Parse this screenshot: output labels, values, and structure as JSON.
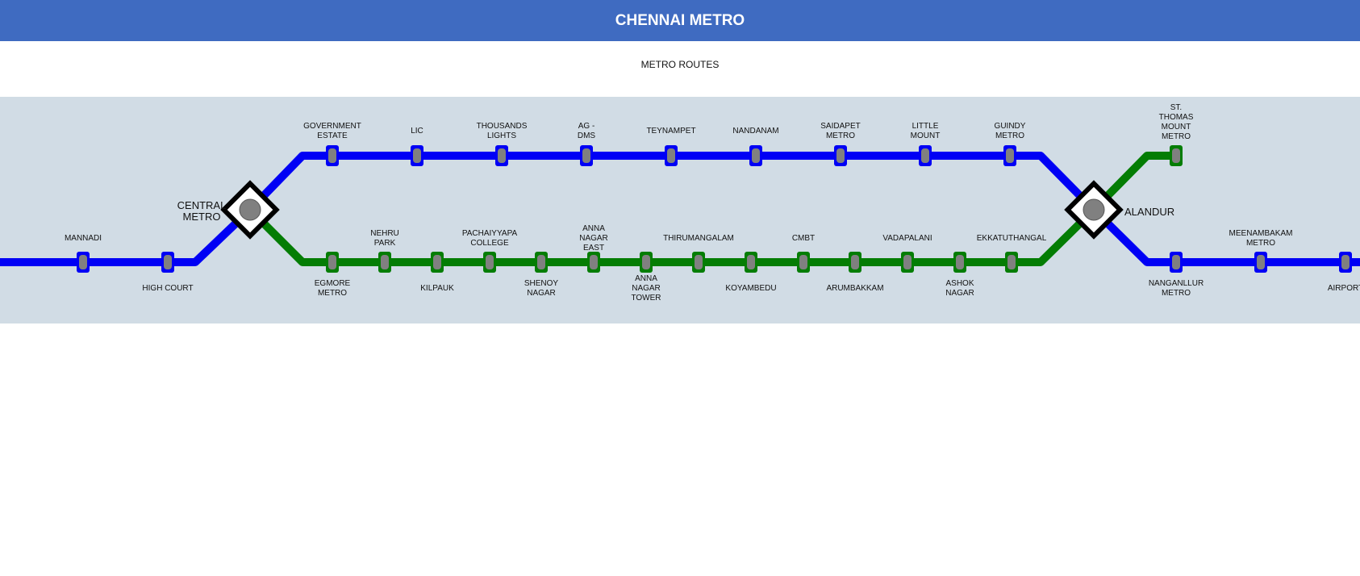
{
  "header": {
    "title": "CHENNAI METRO",
    "bg_color": "#3f6bc1"
  },
  "subtitle": "METRO ROUTES",
  "colors": {
    "blue_line": "#0000f5",
    "green_line": "#047d04",
    "map_bg": "#d1dce5",
    "station_fill": "#808080"
  },
  "interchanges": [
    {
      "id": "central",
      "lines": [
        "CENTRAL",
        "METRO"
      ]
    },
    {
      "id": "alandur",
      "lines": [
        "ALANDUR"
      ]
    }
  ],
  "stations": {
    "mannadi": {
      "lines": [
        "MANNADI"
      ],
      "route": "blue"
    },
    "high_court": {
      "lines": [
        "HIGH COURT"
      ],
      "route": "blue"
    },
    "government_estate": {
      "lines": [
        "GOVERNMENT",
        "ESTATE"
      ],
      "route": "blue"
    },
    "lic": {
      "lines": [
        "LIC"
      ],
      "route": "blue"
    },
    "thousands_lights": {
      "lines": [
        "THOUSANDS",
        "LIGHTS"
      ],
      "route": "blue"
    },
    "ag_dms": {
      "lines": [
        "AG -",
        "DMS"
      ],
      "route": "blue"
    },
    "teynampet": {
      "lines": [
        "TEYNAMPET"
      ],
      "route": "blue"
    },
    "nandanam": {
      "lines": [
        "NANDANAM"
      ],
      "route": "blue"
    },
    "saidapet_metro": {
      "lines": [
        "SAIDAPET",
        "METRO"
      ],
      "route": "blue"
    },
    "little_mount": {
      "lines": [
        "LITTLE",
        "MOUNT"
      ],
      "route": "blue"
    },
    "guindy_metro": {
      "lines": [
        "GUINDY",
        "METRO"
      ],
      "route": "blue"
    },
    "nanganllur_metro": {
      "lines": [
        "NANGANLLUR",
        "METRO"
      ],
      "route": "blue"
    },
    "meenambakam_metro": {
      "lines": [
        "MEENAMBAKAM",
        "METRO"
      ],
      "route": "blue"
    },
    "airport": {
      "lines": [
        "AIRPORT"
      ],
      "route": "blue"
    },
    "egmore_metro": {
      "lines": [
        "EGMORE",
        "METRO"
      ],
      "route": "green"
    },
    "nehru_park": {
      "lines": [
        "NEHRU",
        "PARK"
      ],
      "route": "green"
    },
    "kilpauk": {
      "lines": [
        "KILPAUK"
      ],
      "route": "green"
    },
    "pachaiyyapa_college": {
      "lines": [
        "PACHAIYYAPA",
        "COLLEGE"
      ],
      "route": "green"
    },
    "shenoy_nagar": {
      "lines": [
        "SHENOY",
        "NAGAR"
      ],
      "route": "green"
    },
    "anna_nagar_east": {
      "lines": [
        "ANNA",
        "NAGAR",
        "EAST"
      ],
      "route": "green"
    },
    "anna_nagar_tower": {
      "lines": [
        "ANNA",
        "NAGAR",
        "TOWER"
      ],
      "route": "green"
    },
    "thirumangalam": {
      "lines": [
        "THIRUMANGALAM"
      ],
      "route": "green"
    },
    "koyambedu": {
      "lines": [
        "KOYAMBEDU"
      ],
      "route": "green"
    },
    "cmbt": {
      "lines": [
        "CMBT"
      ],
      "route": "green"
    },
    "arumbakkam": {
      "lines": [
        "ARUMBAKKAM"
      ],
      "route": "green"
    },
    "vadapalani": {
      "lines": [
        "VADAPALANI"
      ],
      "route": "green"
    },
    "ashok_nagar": {
      "lines": [
        "ASHOK",
        "NAGAR"
      ],
      "route": "green"
    },
    "ekkatuthangal": {
      "lines": [
        "EKKATUTHANGAL"
      ],
      "route": "green"
    },
    "st_thomas_mount_metro": {
      "lines": [
        "ST.",
        "THOMAS",
        "MOUNT",
        "METRO"
      ],
      "route": "green"
    }
  }
}
